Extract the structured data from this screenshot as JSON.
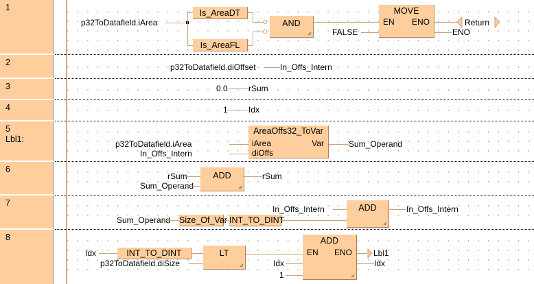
{
  "colors": {
    "network_bg": "#FFCE9C",
    "block_bg": "#FFCE9C",
    "wire": "#C8A27C",
    "rail": "#D8A878"
  },
  "networks": [
    {
      "number": "1",
      "label": "",
      "inputs": {
        "area": "p32ToDatafield.iArea",
        "false_const": "FALSE"
      },
      "blocks": {
        "is_area_dt": "Is_AreaDT",
        "is_area_fl": "Is_AreaFL",
        "and": "AND",
        "move": "MOVE"
      },
      "pins": {
        "en": "EN",
        "eno": "ENO"
      },
      "outputs": {
        "return": "Return",
        "eno_var": "ENO"
      }
    },
    {
      "number": "2",
      "label": "",
      "source": "p32ToDatafield.diOffset",
      "target": "In_Offs_Intern"
    },
    {
      "number": "3",
      "label": "",
      "source": "0.0",
      "target": "rSum"
    },
    {
      "number": "4",
      "label": "",
      "source": "1",
      "target": "Idx"
    },
    {
      "number": "5",
      "label": "Lbl1:",
      "block": "AreaOffs32_ToVar",
      "pins": {
        "in1": "iArea",
        "in2": "diOffs",
        "out": "Var"
      },
      "inputs": [
        "p32ToDatafield.iArea",
        "In_Offs_Intern"
      ],
      "output": "Sum_Operand"
    },
    {
      "number": "6",
      "label": "",
      "block": "ADD",
      "inputs": [
        "rSum",
        "Sum_Operand"
      ],
      "output": "rSum"
    },
    {
      "number": "7",
      "label": "",
      "blocks": {
        "size_of_var": "Size_Of_Var",
        "int_to_dint": "INT_TO_DINT",
        "add": "ADD"
      },
      "inputs": {
        "in1": "In_Offs_Intern",
        "operand": "Sum_Operand"
      },
      "output": "In_Offs_Intern"
    },
    {
      "number": "8",
      "label": "",
      "blocks": {
        "int_to_dint": "INT_TO_DINT",
        "lt": "LT",
        "add": "ADD"
      },
      "pins": {
        "en": "EN",
        "eno": "ENO"
      },
      "inputs": {
        "idx": "Idx",
        "size": "p32ToDatafield.diSize",
        "add_in1": "Idx",
        "add_in2": "1"
      },
      "outputs": {
        "jump": "Lbl1",
        "result": "Idx"
      }
    }
  ]
}
